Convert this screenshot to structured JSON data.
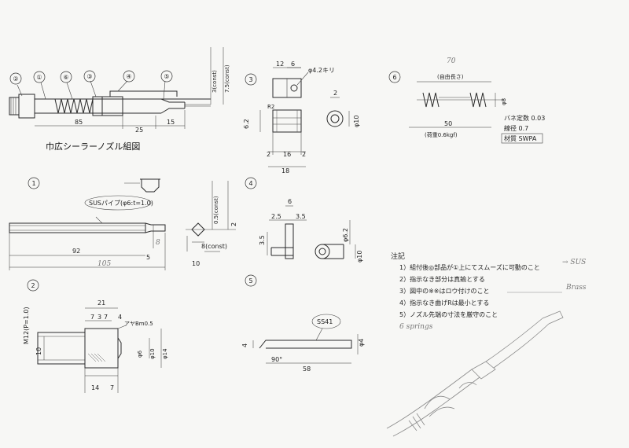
{
  "assembly": {
    "title": "巾広シーラーノズル組図",
    "callouts": [
      "②",
      "①",
      "⑥",
      "③",
      "④",
      "⑤"
    ],
    "dims": {
      "d85": "85",
      "d25": "25",
      "d15": "15",
      "d3const": "3(const)",
      "d75const": "7.5(const)"
    }
  },
  "part1": {
    "no": "1",
    "label": "SUSパイプ(φ6:t=1.0)",
    "dims": {
      "d92": "92",
      "d5": "5",
      "d105": "105",
      "d8": "8",
      "d05const": "0.5(const)",
      "d2": "2",
      "d8const": "8(const)",
      "d10": "10"
    }
  },
  "part2": {
    "no": "2",
    "dims": {
      "m12": "M12(P=1.0)",
      "d21": "21",
      "d7a": "7",
      "d3": "3",
      "d7b": "7",
      "d4": "4",
      "chamfer": "アヤBm0.5",
      "d10": "10",
      "phi6": "φ6",
      "phi10": "φ10",
      "phi14": "φ14",
      "d14": "14",
      "d7c": "7"
    }
  },
  "part3": {
    "no": "3",
    "dims": {
      "d12": "12",
      "d6": "6",
      "hole": "φ4.2キリ",
      "d2": "2",
      "r2": "R2",
      "d62": "6.2",
      "phi10": "φ10",
      "d2a": "2",
      "d16": "16",
      "d2b": "2",
      "d18": "18"
    }
  },
  "part4": {
    "no": "4",
    "dims": {
      "d6": "6",
      "d25": "2.5",
      "d35a": "3.5",
      "d35b": "3.5",
      "phi62": "φ6.2",
      "phi10": "φ10"
    }
  },
  "part5": {
    "no": "5",
    "dims": {
      "material": "SS41",
      "d4": "4",
      "angle": "90°",
      "phi4": "φ4",
      "d58": "58"
    }
  },
  "part6": {
    "no": "6",
    "dims": {
      "d70": "70",
      "free": "(自由長さ)",
      "phi8": "φ8",
      "d50": "50",
      "load": "(荷重0.6kgf)"
    },
    "spec": {
      "rate": "バネ定数 0.03",
      "wire": "線径 0.7",
      "material": "材質 SWPA"
    }
  },
  "notes": {
    "title": "注記",
    "items": [
      "1）組付後◎部品が①上にてスムーズに可動のこと",
      "2）指示なき部分は真鍮とする",
      "3）図中の※※はロウ付けのこと",
      "4）指示なき曲げRは最小とする",
      "5）ノズル先端の寸法を厳守のこと"
    ],
    "pencil": [
      "→ SUS",
      "Brass",
      "6 springs"
    ]
  }
}
